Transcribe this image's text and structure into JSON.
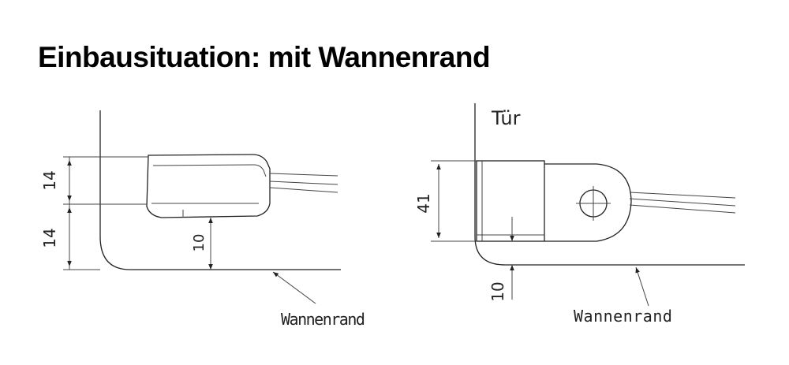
{
  "title": "Einbausituation: mit Wannenrand",
  "left_view": {
    "dim_upper": "14",
    "dim_lower": "14",
    "dim_gap": "10",
    "rim_label": "Wannenrand"
  },
  "right_view": {
    "door_label": "Tür",
    "dim_height": "41",
    "dim_gap": "10",
    "rim_label": "Wannenrand"
  }
}
